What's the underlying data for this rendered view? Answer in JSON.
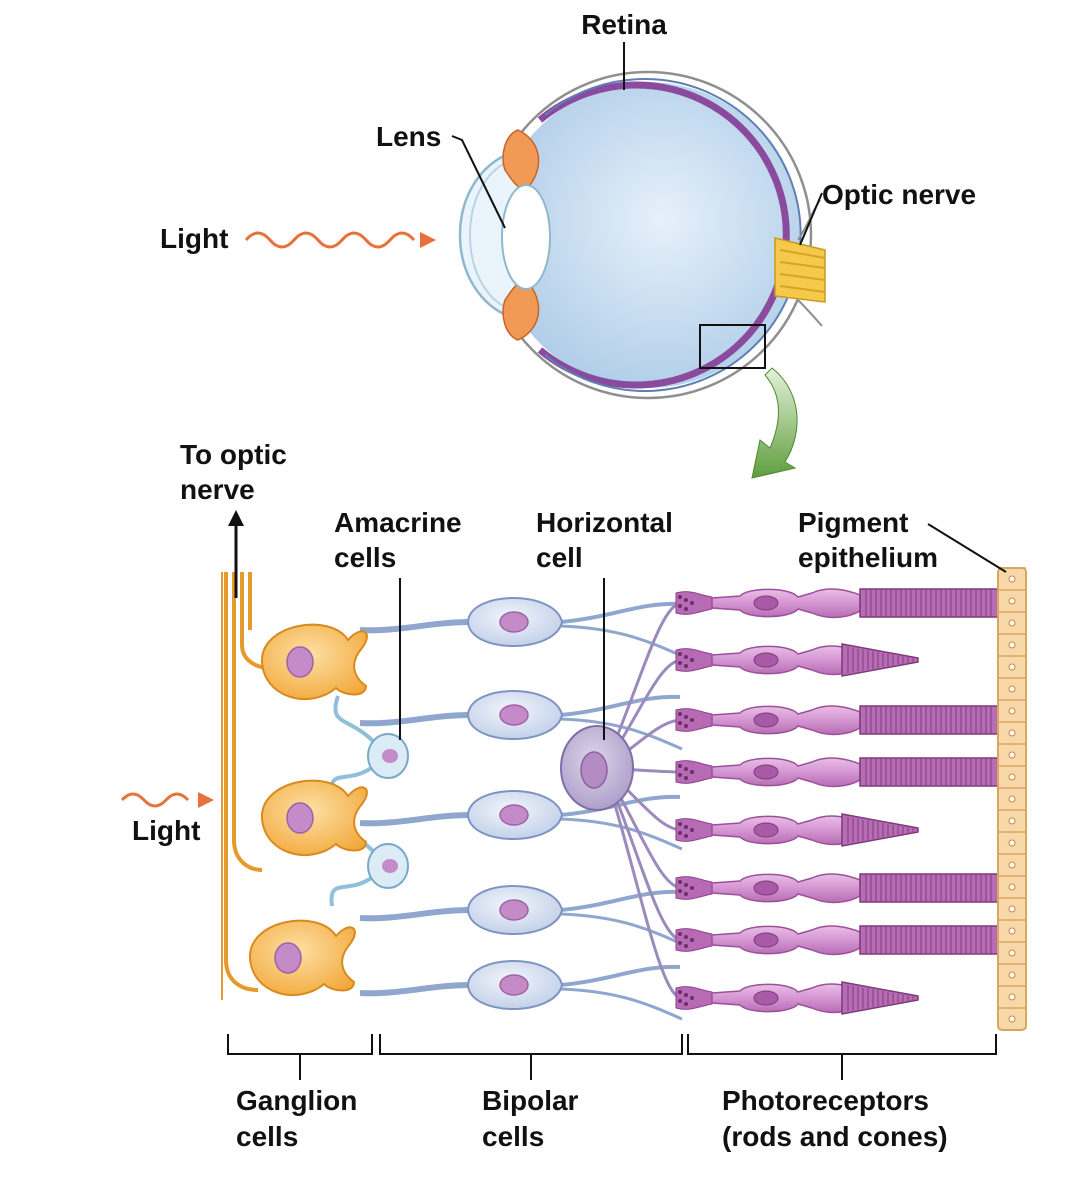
{
  "labels": {
    "retina": "Retina",
    "lens": "Lens",
    "optic_nerve": "Optic nerve",
    "light_top": "Light",
    "to_optic_nerve": [
      "To optic",
      "nerve"
    ],
    "amacrine": [
      "Amacrine",
      "cells"
    ],
    "horizontal": [
      "Horizontal",
      "cell"
    ],
    "pigment": [
      "Pigment",
      "epithelium"
    ],
    "light_bottom": "Light",
    "ganglion": [
      "Ganglion",
      "cells"
    ],
    "bipolar": [
      "Bipolar",
      "cells"
    ],
    "photoreceptors": [
      "Photoreceptors",
      "(rods and cones)"
    ]
  },
  "colors": {
    "light_arrow": "#e8703a",
    "ganglion_cell": "#f7b34a",
    "bipolar_cell": "#c9d6ec",
    "amacrine_cell": "#cfe6f2",
    "horizontal_cell": "#b7a9cf",
    "photoreceptor": "#c77fc4",
    "pigment_epithelium": "#f8d7a8",
    "retina_layer": "#8a4a9e",
    "eyeball": "#cfe3f4",
    "focus_arrow": "#6fa84a"
  },
  "photoreceptors": [
    "rod",
    "cone",
    "rod",
    "rod",
    "cone",
    "rod",
    "rod",
    "cone"
  ]
}
